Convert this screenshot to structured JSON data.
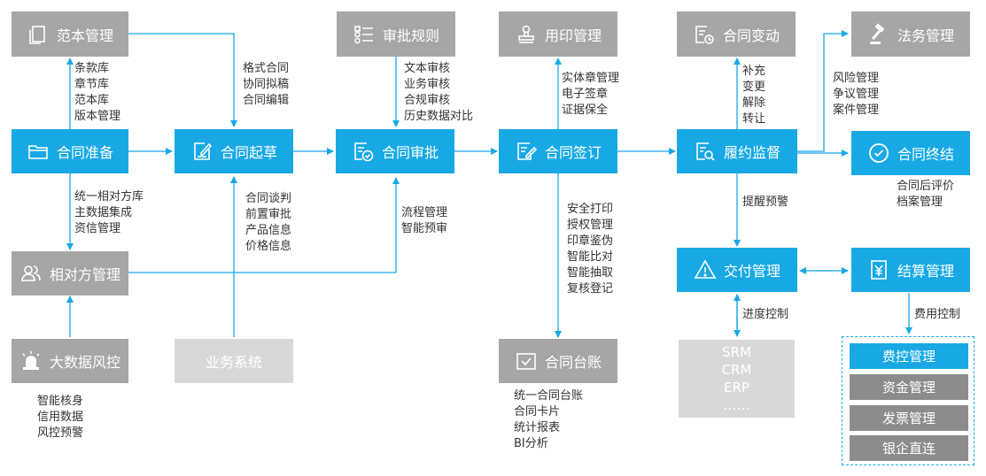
{
  "nodes": {
    "template_mgmt": "范本管理",
    "contract_prep": "合同准备",
    "counterparty_mgmt": "相对方管理",
    "bigdata_risk": "大数据风控",
    "contract_draft": "合同起草",
    "business_system": "业务系统",
    "approval_rules": "审批规则",
    "contract_approval": "合同审批",
    "seal_mgmt": "用印管理",
    "contract_signing": "合同签订",
    "contract_ledger": "合同台账",
    "contract_change": "合同变动",
    "performance_supervision": "履约监督",
    "delivery_mgmt": "交付管理",
    "legal_mgmt": "法务管理",
    "contract_termination": "合同终结",
    "settlement_mgmt": "结算管理"
  },
  "annotations": {
    "template_items": [
      "条款库",
      "章节库",
      "范本库",
      "版本管理"
    ],
    "prep_items": [
      "统一相对方库",
      "主数据集成",
      "资信管理"
    ],
    "risk_items": [
      "智能核身",
      "信用数据",
      "风控预警"
    ],
    "draft_items": [
      "格式合同",
      "协同拟稿",
      "合同编辑"
    ],
    "business_items": [
      "合同谈判",
      "前置审批",
      "产品信息",
      "价格信息"
    ],
    "rule_items": [
      "文本审核",
      "业务审核",
      "合规审核",
      "历史数据对比"
    ],
    "approval_items": [
      "流程管理",
      "智能预审"
    ],
    "seal_items": [
      "实体章管理",
      "电子签章",
      "证据保全"
    ],
    "signing_items": [
      "安全打印",
      "授权管理",
      "印章鉴伪",
      "智能比对",
      "智能抽取",
      "复核登记"
    ],
    "ledger_items": [
      "统一合同台账",
      "合同卡片",
      "统计报表",
      "BI分析"
    ],
    "change_items": [
      "补充",
      "变更",
      "解除",
      "转让"
    ],
    "warning_label": "提醒预警",
    "progress_label": "进度控制",
    "legal_items": [
      "风险管理",
      "争议管理",
      "案件管理"
    ],
    "termination_items": [
      "合同后评价",
      "档案管理"
    ],
    "cost_label": "费用控制"
  },
  "systems": [
    "SRM",
    "CRM",
    "ERP",
    "……"
  ],
  "settlement_sub": [
    "费控管理",
    "资金管理",
    "发票管理",
    "银企直连"
  ],
  "colors": {
    "accent": "#18a9e5",
    "gray_box": "#a6a6a6",
    "light_gray": "#d8d8d8",
    "dark_gray": "#8c8c8c"
  },
  "icons": {
    "template_mgmt": "documents-icon",
    "contract_prep": "folder-icon",
    "counterparty_mgmt": "people-icon",
    "bigdata_risk": "alarm-light-icon",
    "contract_draft": "edit-document-icon",
    "approval_rules": "list-icon",
    "contract_approval": "approved-document-icon",
    "seal_mgmt": "seal-stamp-icon",
    "contract_signing": "sign-document-icon",
    "contract_ledger": "ledger-check-icon",
    "contract_change": "document-refresh-icon",
    "performance_supervision": "document-search-icon",
    "delivery_mgmt": "warning-icon",
    "legal_mgmt": "gavel-icon",
    "contract_termination": "check-circle-icon",
    "settlement_mgmt": "yuan-document-icon"
  }
}
